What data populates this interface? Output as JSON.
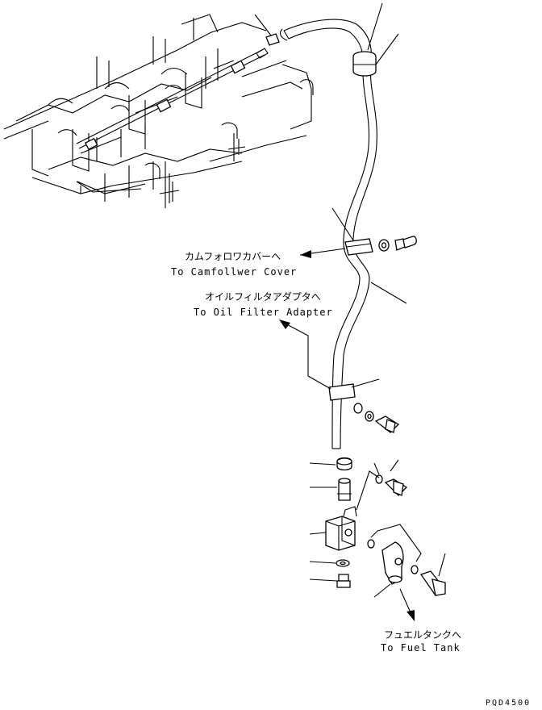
{
  "labels": {
    "camfollower_jp": "カムフォロワカバーへ",
    "camfollower_en": "To Camfollwer Cover",
    "oilfilter_jp": "オイルフィルタアダプタへ",
    "oilfilter_en": "To Oil Filter Adapter",
    "fueltank_jp": "フュエルタンクへ",
    "fueltank_en": "To Fuel Tank"
  },
  "drawing_code": "PQD4500"
}
